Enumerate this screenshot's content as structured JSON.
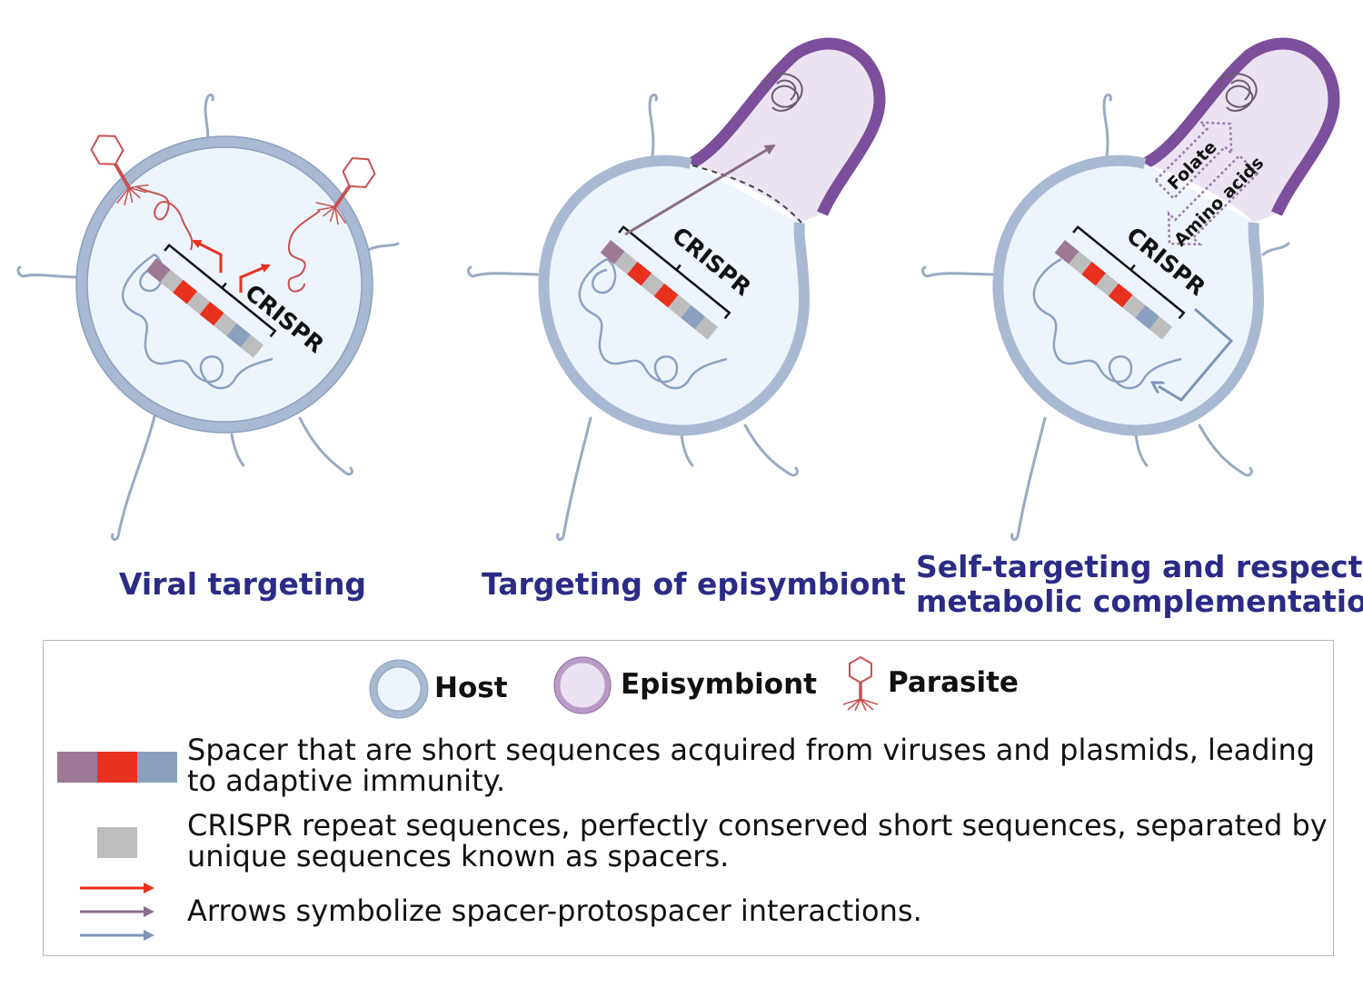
{
  "panels": [
    {
      "caption_lines": [
        "Viral targeting"
      ],
      "crispr_label": "CRISPR"
    },
    {
      "caption_lines": [
        "Targeting of episymbiont"
      ],
      "crispr_label": "CRISPR"
    },
    {
      "caption_lines": [
        "Self-targeting and respective",
        "metabolic complementation"
      ],
      "crispr_label": "CRISPR",
      "metabolite_labels": [
        "Folate",
        "Amino acids"
      ]
    }
  ],
  "legend": {
    "host_label": "Host",
    "episymbiont_label": "Episymbiont",
    "parasite_label": "Parasite",
    "spacer_text_lines": [
      "Spacer that are short sequences acquired from viruses and plasmids, leading",
      "to adaptive immunity."
    ],
    "repeat_text_lines": [
      "CRISPR repeat sequences, perfectly conserved short sequences, separated by",
      "unique sequences known as spacers."
    ],
    "arrows_text": "Arrows symbolize spacer-protospacer interactions."
  },
  "colors": {
    "host_membrane": "#a9b9d2",
    "host_fill": "#eef4fb",
    "episymbiont_membrane": "#7b4f9c",
    "episymbiont_fill": "#ece3f2",
    "spacer_purple": "#9c7a96",
    "spacer_red": "#e8301f",
    "spacer_blue": "#8ba0bf",
    "repeat_gray": "#bdbdbd",
    "arrow_red": "#e8301f",
    "arrow_purple": "#8a6e88",
    "arrow_blue": "#7e95b8",
    "caption_blue": "#2b2b86"
  },
  "icons": [
    "host-cell-icon",
    "episymbiont-cell-icon",
    "parasite-phage-icon"
  ]
}
